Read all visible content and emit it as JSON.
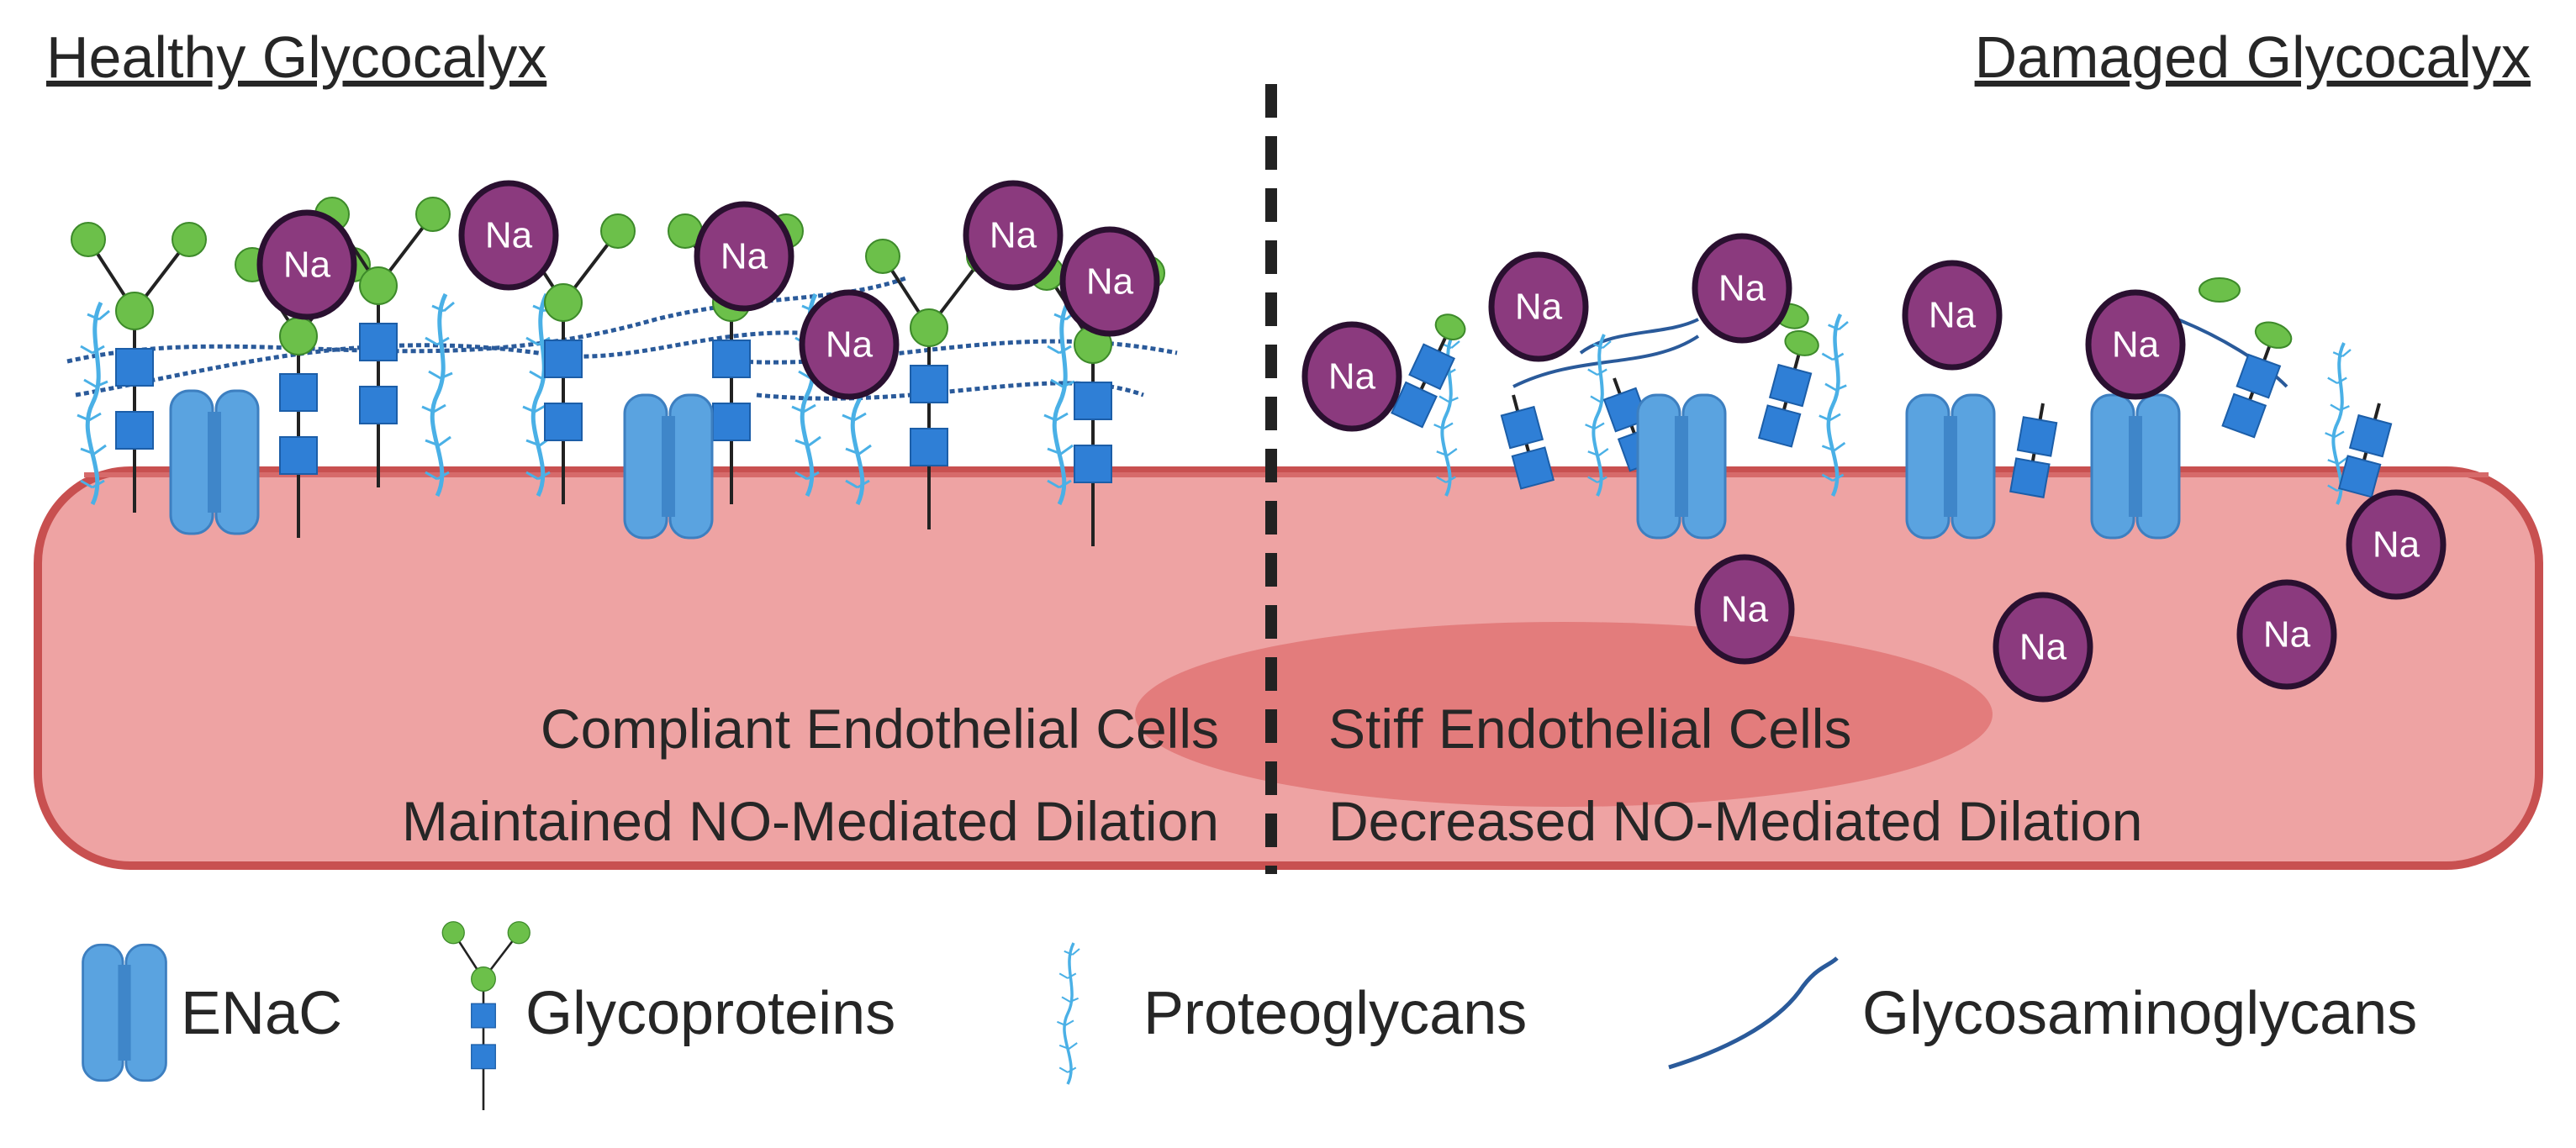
{
  "titles": {
    "healthy": "Healthy Glycocalyx",
    "damaged": "Damaged Glycocalyx"
  },
  "cell_text": {
    "left_line1": "Compliant Endothelial Cells",
    "left_line2": "Maintained NO-Mediated Dilation",
    "right_line1": "Stiff Endothelial Cells",
    "right_line2": "Decreased NO-Mediated Dilation"
  },
  "sodium_label": "Na",
  "legend": {
    "enac": "ENaC",
    "glycoproteins": "Glycoproteins",
    "proteoglycans": "Proteoglycans",
    "glycosaminoglycans": "Glycosaminoglycans"
  },
  "colors": {
    "cell_fill": "#eea3a3",
    "cell_border": "#c85050",
    "nucleus": "#e07575",
    "sodium": "#8b3a7e",
    "sodium_border": "#2a1030",
    "glyco_green": "#6cc04a",
    "glyco_blue": "#2f7fd6",
    "enac_blue": "#5aa3e0",
    "proteoglycan": "#4ab0e6",
    "gag": "#2a5a9a"
  }
}
